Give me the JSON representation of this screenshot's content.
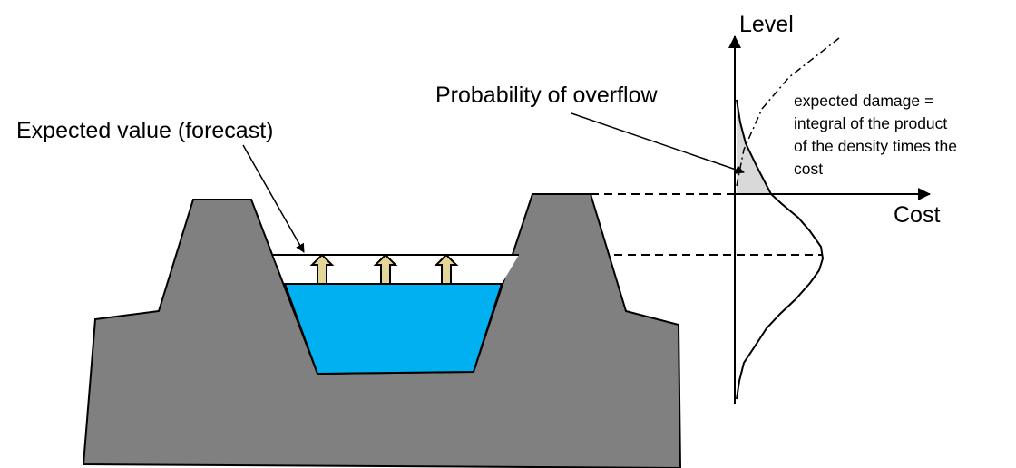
{
  "labels": {
    "expected_value": "Expected value (forecast)",
    "probability": "Probability of overflow",
    "level_axis": "Level",
    "cost_axis": "Cost",
    "annotation": [
      "expected damage =",
      "integral of the product",
      "of the density times the",
      "cost"
    ]
  },
  "colors": {
    "terrain": "#808080",
    "water": "#00b0f0",
    "arrow_fill": "#e5d597",
    "shade": "#d9d9d9"
  }
}
